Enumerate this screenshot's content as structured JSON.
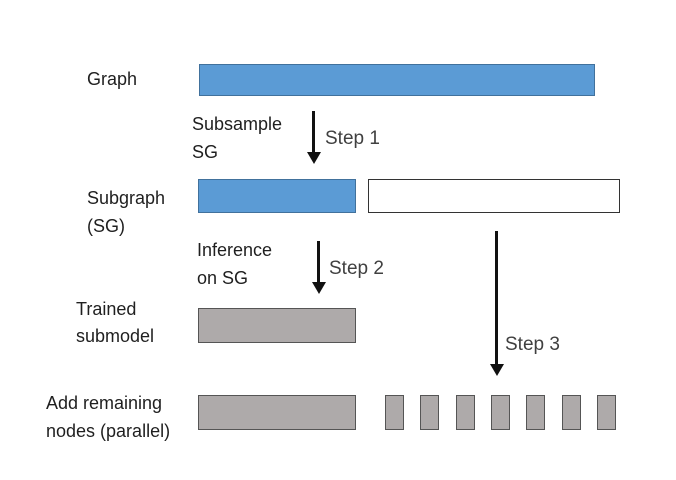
{
  "labels": {
    "graph": "Graph",
    "subsample_line1": "Subsample",
    "subsample_line2": "SG",
    "subgraph_line1": "Subgraph",
    "subgraph_line2": "(SG)",
    "inference_line1": "Inference",
    "inference_line2": "on SG",
    "trained_line1": "Trained",
    "trained_line2": "submodel",
    "add_line1": "Add remaining",
    "add_line2": "nodes (parallel)"
  },
  "steps": {
    "step1": "Step 1",
    "step2": "Step 2",
    "step3": "Step 3"
  },
  "colors": {
    "blue_fill": "#5b9bd5",
    "blue_border": "#41719c",
    "gray_fill": "#aeaaaa",
    "gray_border": "#555555",
    "white_fill": "#ffffff",
    "white_border": "#333333"
  },
  "small_node_count": 7
}
